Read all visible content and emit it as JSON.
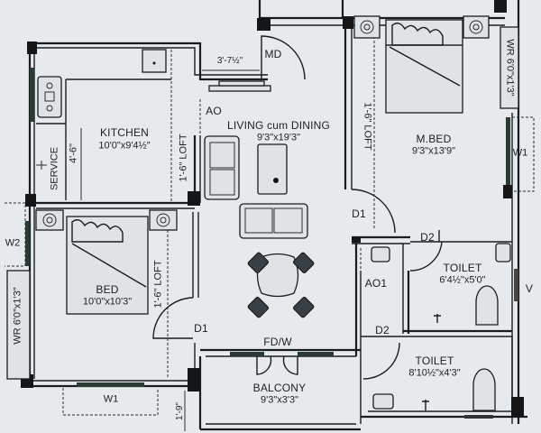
{
  "plan": {
    "rooms": {
      "kitchen": {
        "name": "KITCHEN",
        "size": "10'0\"x9'4½\""
      },
      "living": {
        "name": "LIVING cum DINING",
        "size": "9'3\"x19'3\""
      },
      "master_bed": {
        "name": "M.BED",
        "size": "9'3\"x13'9\""
      },
      "bed": {
        "name": "BED",
        "size": "10'0\"x10'3\""
      },
      "toilet_1": {
        "name": "TOILET",
        "size": "6'4½\"x5'0\""
      },
      "toilet_2": {
        "name": "TOILET",
        "size": "8'10½\"x4'3\""
      },
      "balcony": {
        "name": "BALCONY",
        "size": "9'3\"x3'3\""
      },
      "service": {
        "name": "SERVICE"
      }
    },
    "wardrobes": {
      "master": "WR 6'0\"x1'3\"",
      "bed": "WR 6'0\"x1'3\""
    },
    "lofts": {
      "kitchen": "1'-6\" LOFT",
      "master": "1'-6\" LOFT",
      "bed": "1'-6\" LOFT"
    },
    "openings": {
      "main_door": "MD",
      "french_door_window": "FD/W",
      "door_bed": "D1",
      "door_master": "D1",
      "door_toilet_1": "D2",
      "door_toilet_2": "D2",
      "window_master": "W1",
      "window_bed": "W1",
      "window_bed_side": "W2",
      "ventilator": "V",
      "arch_opening": "AO",
      "arch_opening_1": "AO1"
    },
    "dimensions": {
      "entry_width": "3'-7½\"",
      "service_depth": "4'-6\"",
      "balcony_offset": "1'-9\""
    }
  }
}
